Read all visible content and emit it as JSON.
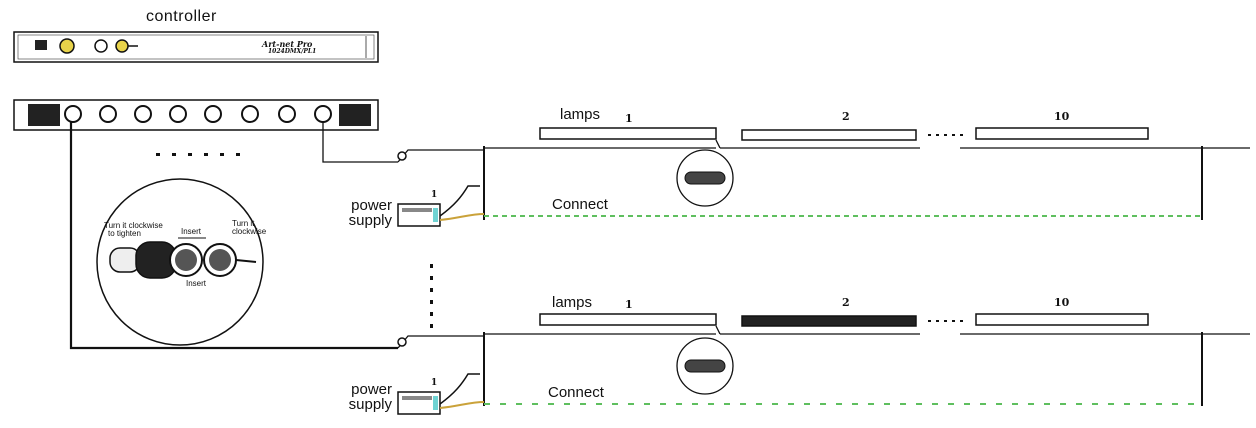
{
  "controller": {
    "title": "controller",
    "brand_line1": "Art-net Pro",
    "brand_line2": "1024DMX/PL1"
  },
  "callout_plug": {
    "left_text_line1": "Turn it clockwise",
    "left_text_line2": "to tighten",
    "insert_top": "Insert",
    "right_text_line1": "Turn it",
    "right_text_line2": "clockwise",
    "insert_bottom": "Insert"
  },
  "rows": [
    {
      "lamps_label": "lamps",
      "lamp_numbers": [
        "1",
        "2",
        "10"
      ],
      "power_line1": "power",
      "power_line2": "supply",
      "connect_label": "Connect",
      "connector_number": "1"
    },
    {
      "lamps_label": "lamps",
      "lamp_numbers": [
        "1",
        "2",
        "10"
      ],
      "power_line1": "power",
      "power_line2": "supply",
      "connect_label": "Connect",
      "connector_number": "1"
    }
  ],
  "colors": {
    "line": "#111111",
    "connect_dash": "#5fbf5f",
    "cyan_plug": "#6fd3d3"
  },
  "icons": [
    "xlr-port-icon",
    "dmx-splitter-icon",
    "lamp-bar-icon",
    "power-supply-icon",
    "plug-callout-icon"
  ]
}
